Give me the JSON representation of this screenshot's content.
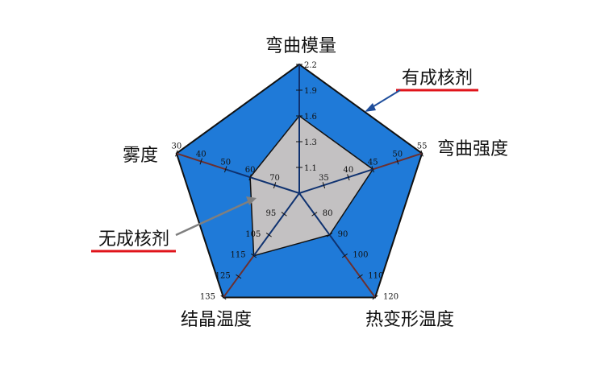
{
  "chart_data": {
    "type": "radar",
    "axes": [
      {
        "name": "弯曲模量",
        "ticks": [
          "1.1",
          "1.3",
          "1.6",
          "1.9",
          "2.2"
        ]
      },
      {
        "name": "弯曲强度",
        "ticks": [
          "35",
          "40",
          "45",
          "50",
          "55"
        ]
      },
      {
        "name": "热变形温度",
        "ticks": [
          "80",
          "90",
          "100",
          "110",
          "120"
        ]
      },
      {
        "name": "结晶温度",
        "ticks": [
          "95",
          "105",
          "115",
          "125",
          "135"
        ]
      },
      {
        "name": "雾度",
        "ticks": [
          "70",
          "60",
          "50",
          "40",
          "30"
        ]
      }
    ],
    "series": [
      {
        "name": "有成核剂",
        "color": "#1f7ad8",
        "values": [
          2.2,
          55,
          120,
          135,
          30
        ]
      },
      {
        "name": "无成核剂",
        "color": "#c3c1c2",
        "values": [
          1.6,
          45,
          90,
          115,
          60
        ]
      }
    ],
    "colors": {
      "axis_line": "#0f3270",
      "axis_extension": "#6b2f2f",
      "callout_top_arrow": "#1f4e9c",
      "callout_left_arrow": "#7f7f7f",
      "underline": "#e0141b"
    }
  }
}
